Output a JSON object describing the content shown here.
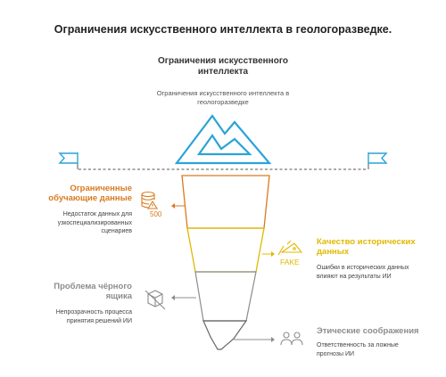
{
  "title": "Ограничения искусственного интеллекта в геологоразведке.",
  "tip": {
    "title": "Ограничения искусственного интеллекта",
    "description": "Ограничения искусственного интеллекта в геологоразведке"
  },
  "layers": [
    {
      "title": "Ограниченные обучающие данные",
      "description": "Недостаток данных для узкоспециализированных сценариев",
      "icon_label": "500",
      "icon": "data-warning-icon",
      "color": "#d97a1e",
      "side": "left"
    },
    {
      "title": "Качество исторических данных",
      "description": "Ошибки в исторических данных влияют на результаты ИИ",
      "icon_label": "FAKE",
      "icon": "fake-tag-icon",
      "color": "#e2b800",
      "side": "right"
    },
    {
      "title": "Проблема чёрного ящика",
      "description": "Непрозрачность процесса принятия решений ИИ",
      "icon": "black-box-icon",
      "color": "#8c8c8c",
      "side": "left"
    },
    {
      "title": "Этические соображения",
      "description": "Ответственность за ложные прогнозы ИИ",
      "icon": "people-icon",
      "color": "#8c8c8c",
      "side": "right"
    }
  ],
  "colors": {
    "iceberg_tip": "#2aa4d6",
    "waterline": "#555555",
    "flags": "#2aa4d6",
    "orange": "#d97a1e",
    "yellow": "#e2b800",
    "gray": "#8c8c8c",
    "dark_gray": "#555555"
  }
}
